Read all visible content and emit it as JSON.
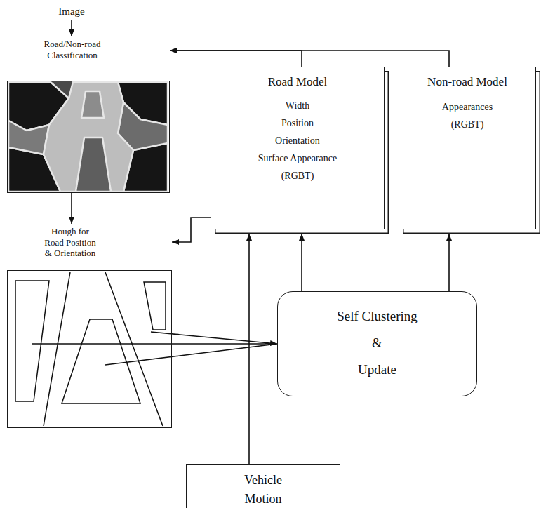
{
  "diagram": {
    "nodes": [
      {
        "text": [
          "Road/Non-road Classification"
        ]
      },
      {
        "text": [
          "Road Model",
          "Width",
          "Position",
          "Orientation",
          "Surface Appearance",
          "(RGBT)"
        ]
      },
      {
        "text": [
          "Non-road Model",
          "Appearances",
          "(RGBT)"
        ]
      },
      {
        "text": [
          "Hough for Road Position & Orientation"
        ]
      },
      {
        "text": [
          "Self Clustering",
          "&",
          "Update"
        ]
      },
      {
        "text": [
          "Vehicle Motion"
        ]
      }
    ],
    "edges": [
      {
        "from": 1,
        "to": 0,
        "arrow": "to"
      },
      {
        "from": 2,
        "to": 0,
        "arrow": "to"
      },
      {
        "from": 0,
        "to": 3,
        "arrow": "to"
      },
      {
        "from": 1,
        "to": 3,
        "arrow": "to"
      },
      {
        "from": 3,
        "to": 4,
        "arrow": "to"
      },
      {
        "from": 4,
        "to": 1,
        "arrow": "to"
      },
      {
        "from": 4,
        "to": 2,
        "arrow": "to"
      },
      {
        "from": 5,
        "to": 1,
        "arrow": "to"
      }
    ],
    "labels": [
      "Image"
    ]
  }
}
